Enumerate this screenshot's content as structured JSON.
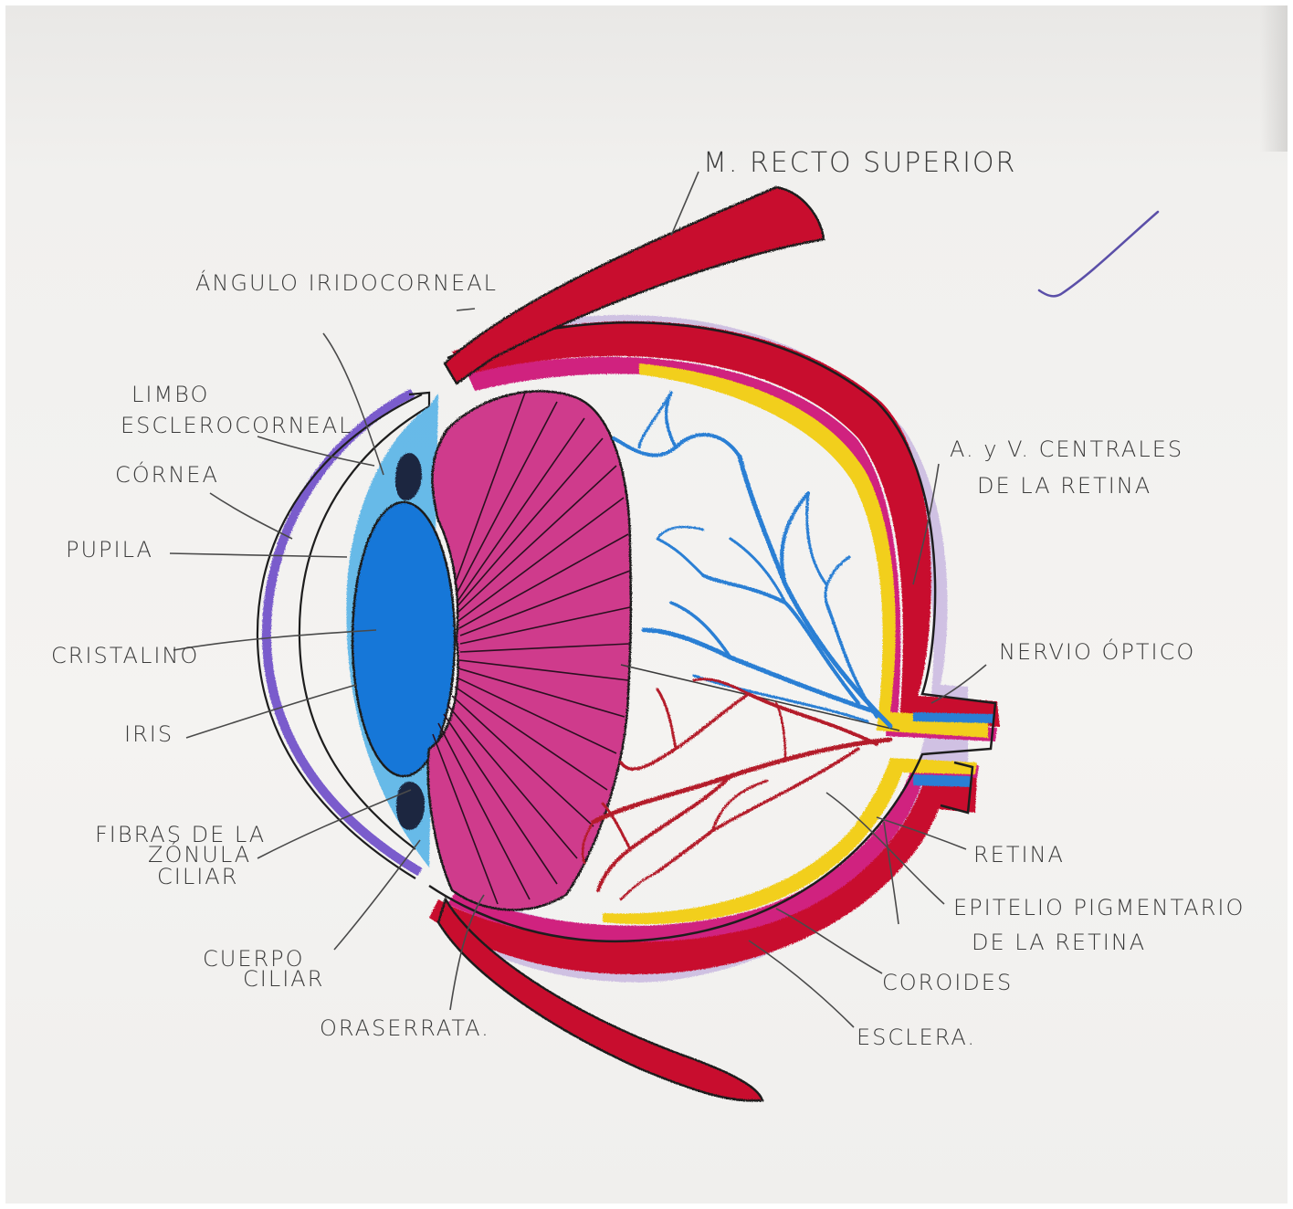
{
  "labels": {
    "recto_superior": "M. RECTO SUPERIOR",
    "angulo": "ÁNGULO IRIDOCORNEAL",
    "limbo_1": "LIMBO",
    "limbo_2": "ESCLEROCORNEAL",
    "cornea": "CÓRNEA",
    "pupila": "PUPILA",
    "cristalino": "CRISTALINO",
    "iris": "IRIS",
    "fibras_1": "FIBRAS DE LA",
    "fibras_2": "ZÓNULA",
    "fibras_3": "CILIAR",
    "cuerpo_1": "CUERPO",
    "cuerpo_2": "CILIAR",
    "ora": "ORASERRATA.",
    "arteria_1": "A. y V. CENTRALES",
    "arteria_2": "DE LA RETINA",
    "nervio": "NERVIO ÓPTICO",
    "retina": "RETINA",
    "epitelio_1": "EPITELIO PIGMENTARIO",
    "epitelio_2": "DE LA RETINA",
    "coroides": "COROIDES",
    "esclera": "ESCLERA."
  },
  "colors": {
    "muscle": "#c8102e",
    "choroid": "#d0217f",
    "ciliary_body": "#cf3a8c",
    "lens": "#1877d8",
    "aqueous": "#59b4e8",
    "retina_yellow": "#f2cf1a",
    "sclera_purple": "#9a7ad0",
    "cornea_purple": "#7a5ccc",
    "vein_blue": "#2a7fd4",
    "artery_red": "#b41d2b",
    "check_mark": "#5b4fa8"
  },
  "icons": {
    "check": "check-mark-icon"
  }
}
